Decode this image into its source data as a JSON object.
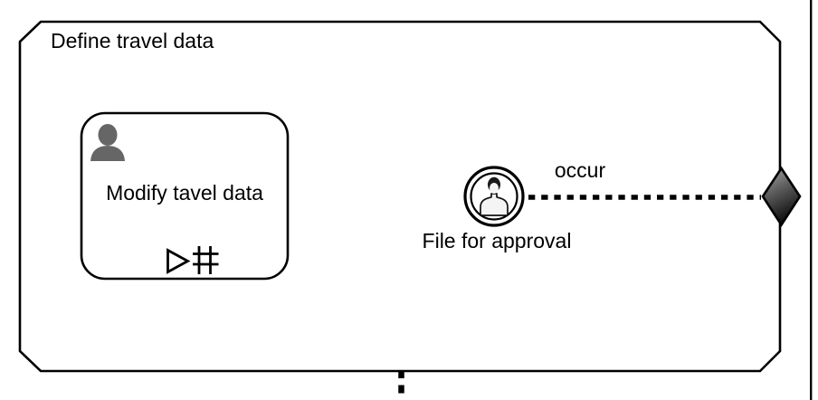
{
  "diagram": {
    "title": "Define travel data",
    "container_shape": "chamfered-rectangle-subprocess",
    "task": {
      "label": "Modify tavel data",
      "performer_icon": "person-icon",
      "markers": [
        "play-triangle-icon",
        "hash-icon"
      ]
    },
    "event": {
      "label": "File for approval",
      "icon": "person-icon",
      "shape": "double-circle"
    },
    "connector": {
      "label": "occur",
      "style": "dotted",
      "from": "event",
      "to": "diamond-terminal"
    },
    "terminal": {
      "shape": "diamond",
      "position": "right-edge"
    },
    "colors": {
      "stroke": "#000000",
      "background": "#ffffff",
      "person_gray": "#666666",
      "diamond_gradient_top": "#a8a8a8",
      "diamond_gradient_bottom": "#0f0f0f"
    }
  }
}
